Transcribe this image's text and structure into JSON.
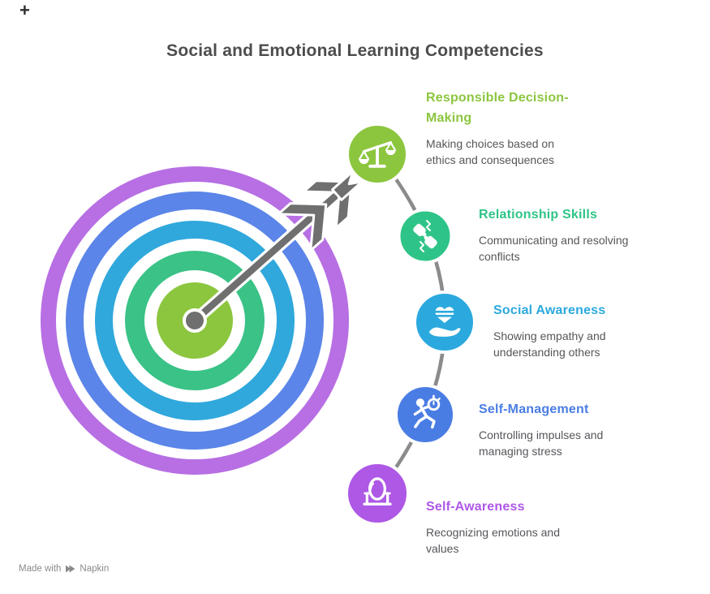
{
  "title": "Social and Emotional Learning Competencies",
  "corner_mark": "+",
  "palette": {
    "green": "#8CC63F",
    "emerald": "#2FC487",
    "cyan": "#2BA9DE",
    "blue": "#4A7DE4",
    "purple": "#AE58E6",
    "ring_purple": "#B76FE3",
    "ring_blue": "#5B85E8",
    "ring_cyan": "#30A8DC",
    "ring_emerald": "#3AC287",
    "arrow_gray": "#6F6F6F",
    "line_gray": "#8B8B8B",
    "title_gray": "#4D4D4F",
    "text_gray": "#55565A",
    "watermark_gray": "#8A8A8A"
  },
  "items": [
    {
      "title": "Responsible Decision-\nMaking",
      "description": "Making choices based on\nethics and consequences",
      "color_key": "green",
      "icon": "scales-of-justice"
    },
    {
      "title": "Relationship Skills",
      "description": "Communicating and resolving\nconflicts",
      "color_key": "emerald",
      "icon": "fist-bump"
    },
    {
      "title": "Social Awareness",
      "description": "Showing empathy and\nunderstanding others",
      "color_key": "cyan",
      "icon": "hand-holding-heart"
    },
    {
      "title": "Self-Management",
      "description": "Controlling impulses and\nmanaging stress",
      "color_key": "blue",
      "icon": "runner-with-stopwatch"
    },
    {
      "title": "Self-Awareness",
      "description": "Recognizing emotions and\nvalues",
      "color_key": "purple",
      "icon": "mirror"
    }
  ],
  "watermark": {
    "prefix": "Made with",
    "brand": "Napkin"
  }
}
